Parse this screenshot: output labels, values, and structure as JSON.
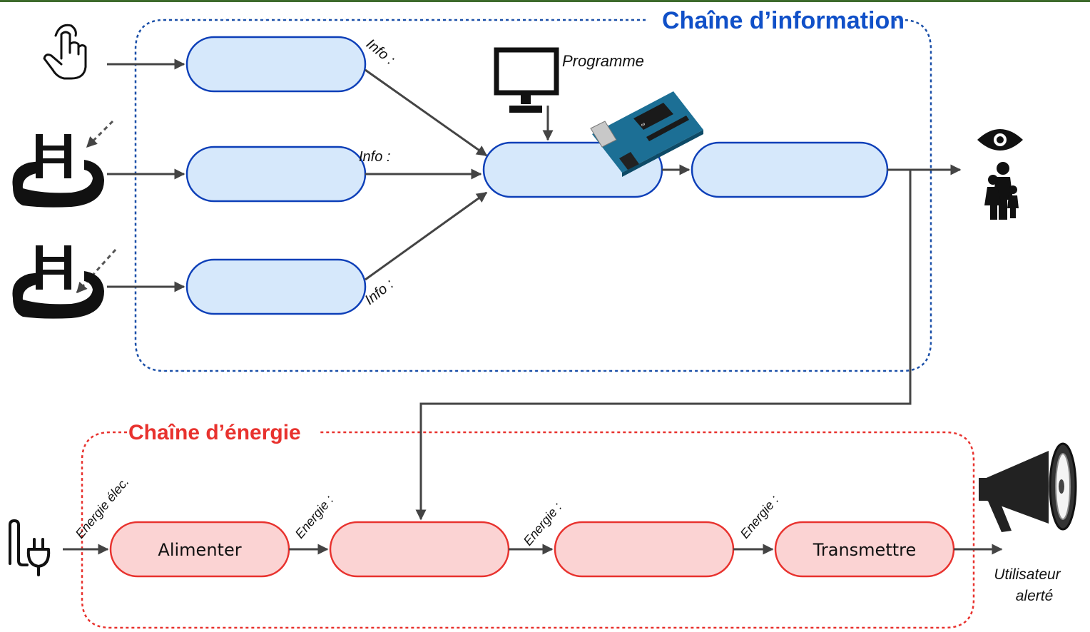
{
  "info_chain": {
    "title": "Chaîne d’information",
    "title_color": "#1050c8",
    "border_color": "#1a4fa8",
    "labels": {
      "info_top": "Info :",
      "info_mid": "Info :",
      "info_bottom": "Info :",
      "programme": "Programme"
    }
  },
  "energy_chain": {
    "title": "Chaîne d’énergie",
    "title_color": "#e8322e",
    "border_color": "#e8322e",
    "labels": {
      "energie_elec": "Energie élec.",
      "energie_1": "Energie :",
      "energie_2": "Energie :",
      "energie_3": "Energie :"
    },
    "blocks": {
      "alimenter": "Alimenter",
      "transmettre": "Transmettre"
    }
  },
  "output": {
    "user_alerted_line1": "Utilisateur",
    "user_alerted_line2": "alerté"
  },
  "icons": [
    "hand-pointer-icon",
    "pool-icon",
    "pool-icon",
    "monitor-icon",
    "arduino-board-icon",
    "eye-icon",
    "family-icon",
    "power-plug-icon",
    "megaphone-icon"
  ]
}
